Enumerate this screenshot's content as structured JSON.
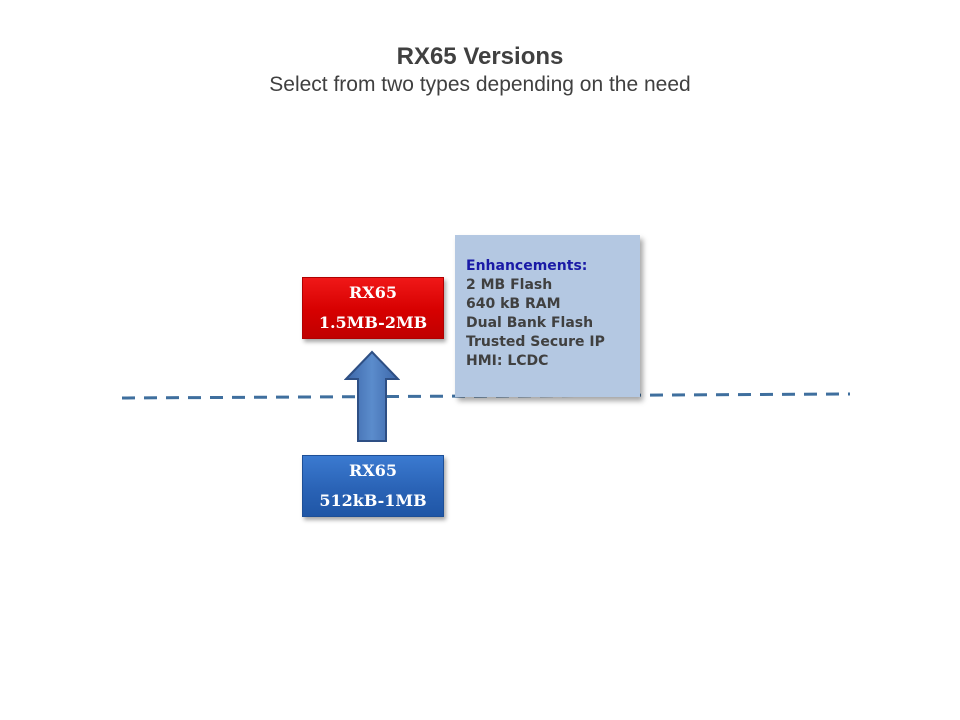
{
  "slide": {
    "title": "RX65 Versions",
    "subtitle": "Select from two types depending on the need"
  },
  "upper_version": {
    "name": "RX65",
    "memory": "1.5MB-2MB",
    "color": "#d60000"
  },
  "lower_version": {
    "name": "RX65",
    "memory": "512kB-1MB",
    "color": "#2a63b6"
  },
  "arrow": {
    "color": "#4f7fc0",
    "direction": "up"
  },
  "enhancements": {
    "title": "Enhancements:",
    "items": [
      "2 MB Flash",
      "640 kB RAM",
      "Dual Bank Flash",
      "Trusted Secure IP",
      "HMI: LCDC"
    ],
    "background_color": "#b4c8e2",
    "title_color": "#1a1aa6"
  },
  "divider": {
    "style": "dashed",
    "color": "#3f6f9e"
  }
}
